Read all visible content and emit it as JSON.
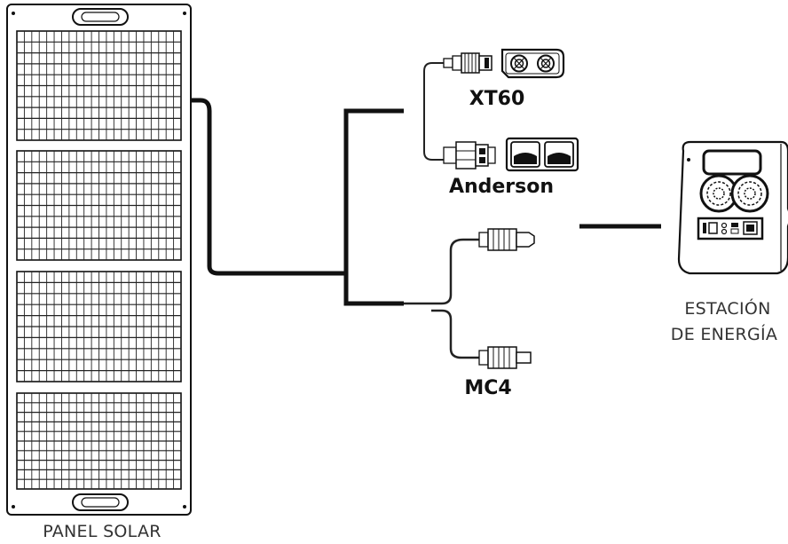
{
  "labels": {
    "panel": "PANEL SOLAR",
    "station_line1": "ESTACIÓN",
    "station_line2": "DE ENERGÍA",
    "xt60": "XT60",
    "anderson": "Anderson",
    "mc4": "MC4"
  },
  "icons": {
    "panel": "solar-panel-icon",
    "station": "power-station-icon",
    "xt60_plug": "xt60-plug-icon",
    "xt60_face": "xt60-socket-face-icon",
    "anderson_plug": "anderson-plug-icon",
    "anderson_face": "anderson-socket-face-icon",
    "mc4_plug": "mc4-connector-icon"
  },
  "colors": {
    "line": "#111111",
    "cable": "#222222"
  }
}
